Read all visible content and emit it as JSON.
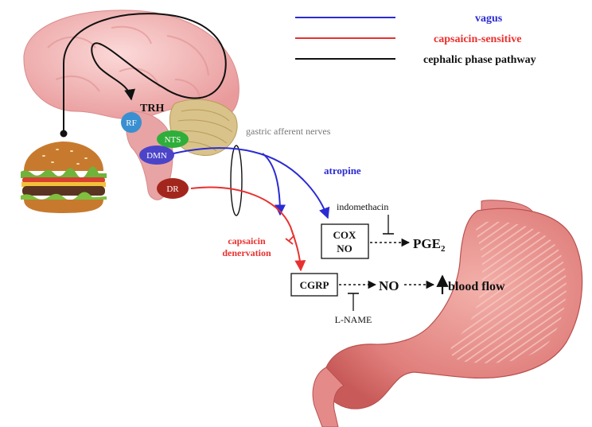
{
  "legend": {
    "items": [
      {
        "label": "vagus",
        "color": "#2b2bd4"
      },
      {
        "label": "capsaicin-sensitive",
        "color": "#e8312f"
      },
      {
        "label": "cephalic phase pathway",
        "color": "#111111"
      }
    ]
  },
  "brain": {
    "trh": "TRH",
    "rf": "RF",
    "nts": "NTS",
    "dmn": "DMN",
    "dr": "DR"
  },
  "labels": {
    "gastric_afferent": "gastric afferent nerves",
    "atropine": "atropine",
    "indomethacin": "indomethacin",
    "capsaicin_line1": "capsaicin",
    "capsaicin_line2": "denervation",
    "l_name": "L-NAME"
  },
  "boxes": {
    "cox": "COX",
    "no_top": "NO",
    "cgrp": "CGRP"
  },
  "mediators": {
    "pge": "PGE",
    "pge_sub": "2",
    "no": "NO",
    "blood_flow": "blood flow"
  },
  "colors": {
    "vagus": "#2b2bd4",
    "capsaicin": "#e8312f",
    "cephalic": "#111111",
    "rf": "#3a8fd0",
    "nts": "#2fae3a",
    "dmn": "#4b44c8",
    "dr": "#a3261d",
    "brain": "#f2b3b4",
    "stomach": "#e48b8a"
  }
}
